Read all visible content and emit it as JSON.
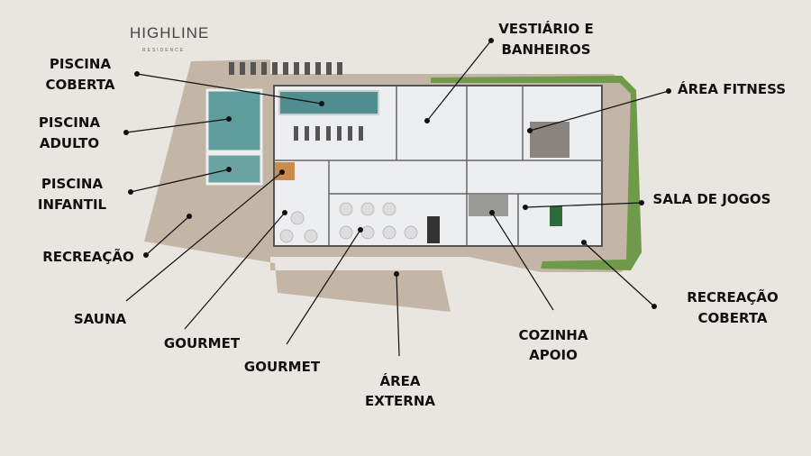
{
  "brand": {
    "name": "HIGHLINE",
    "tagline": "RESIDENCE"
  },
  "labels": {
    "piscina_coberta": [
      "PISCINA",
      "COBERTA"
    ],
    "piscina_adulto": [
      "PISCINA",
      "ADULTO"
    ],
    "piscina_infantil": [
      "PISCINA",
      "INFANTIL"
    ],
    "recreacao": [
      "RECREAÇÃO"
    ],
    "sauna": [
      "SAUNA"
    ],
    "gourmet_1": [
      "GOURMET"
    ],
    "gourmet_2": [
      "GOURMET"
    ],
    "area_externa": [
      "ÁREA",
      "EXTERNA"
    ],
    "cozinha_apoio": [
      "COZINHA",
      "APOIO"
    ],
    "recreacao_coberta": [
      "RECREAÇÃO",
      "COBERTA"
    ],
    "sala_de_jogos": [
      "SALA DE JOGOS"
    ],
    "area_fitness": [
      "ÁREA FITNESS"
    ],
    "vestiario": [
      "VESTIÁRIO E",
      "BANHEIROS"
    ]
  },
  "colors": {
    "background": "#e9e6e1",
    "deck": "#c7b9aa",
    "floor": "#eef0f1",
    "pool": "#5f9c9c",
    "hedge": "#6e9a4a",
    "table": "#2f6b3a"
  }
}
